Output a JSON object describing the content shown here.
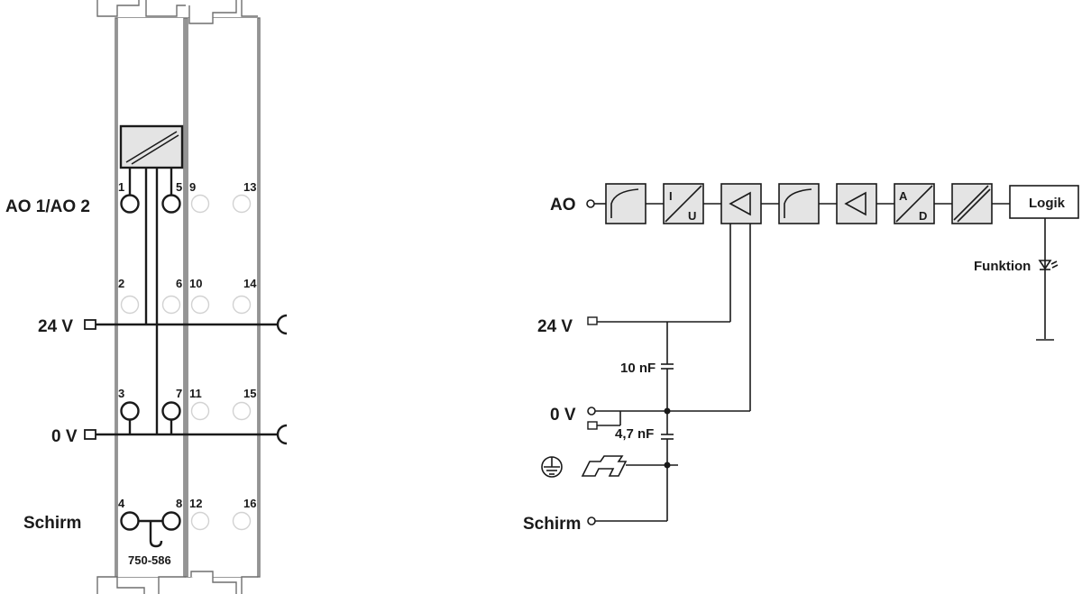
{
  "left": {
    "signal_label": "AO 1/AO 2",
    "supply_label": "24 V",
    "zero_label": "0 V",
    "shield_label": "Schirm",
    "part_number": "750-586",
    "terminal_numbers": [
      "1",
      "2",
      "3",
      "4",
      "5",
      "6",
      "7",
      "8",
      "9",
      "10",
      "11",
      "12",
      "13",
      "14",
      "15",
      "16"
    ]
  },
  "right": {
    "ao_label": "AO",
    "supply_label": "24 V",
    "zero_label": "0 V",
    "shield_label": "Schirm",
    "cap1_label": "10 nF",
    "cap2_label": "4,7 nF",
    "logic_label": "Logik",
    "function_label": "Funktion",
    "iu_top": "I",
    "iu_bottom": "U",
    "ad_top": "A",
    "ad_bottom": "D"
  },
  "colors": {
    "line": "#1a1a1a",
    "module_fill": "#e9e9e9",
    "block_fill": "#e4e4e4",
    "ghost_terminal": "#d2d2d2"
  }
}
